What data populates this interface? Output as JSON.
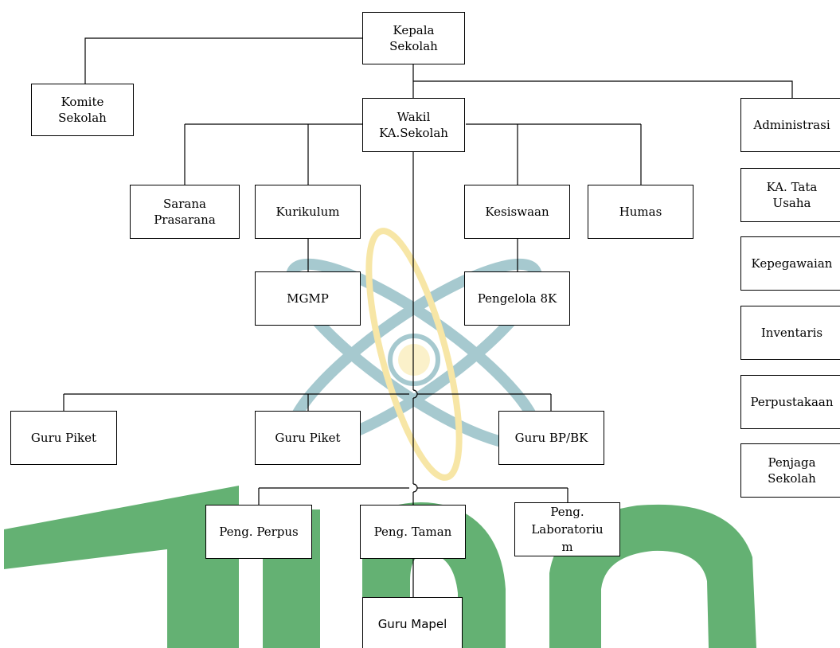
{
  "colors": {
    "watermark_green": "#49A35A",
    "watermark_teal": "#5F9EA8",
    "watermark_yellow": "#F2D35F",
    "line": "#000000",
    "box_border": "#000000"
  },
  "nodes": {
    "kepala_sekolah": "Kepala\nSekolah",
    "komite_sekolah": "Komite\nSekolah",
    "wakil_ka_sekolah": "Wakil\nKA.Sekolah",
    "administrasi": "Administrasi",
    "sarana_prasarana": "Sarana\nPrasarana",
    "kurikulum": "Kurikulum",
    "kesiswaan": "Kesiswaan",
    "humas": "Humas",
    "ka_tata_usaha": "KA. Tata\nUsaha",
    "mgmp": "MGMP",
    "pengelola_8k": "Pengelola 8K",
    "kepegawaian": "Kepegawaian",
    "inventaris": "Inventaris",
    "guru_piket_1": "Guru Piket",
    "guru_piket_2": "Guru Piket",
    "guru_bp_bk": "Guru BP/BK",
    "perpustakaan": "Perpustakaan",
    "penjaga_sekolah": "Penjaga\nSekolah",
    "peng_perpus": "Peng. Perpus",
    "peng_taman": "Peng. Taman",
    "peng_laboratorium": "Peng.\nLaboratoriu\nm",
    "guru_mapel": "Guru Mapel"
  }
}
